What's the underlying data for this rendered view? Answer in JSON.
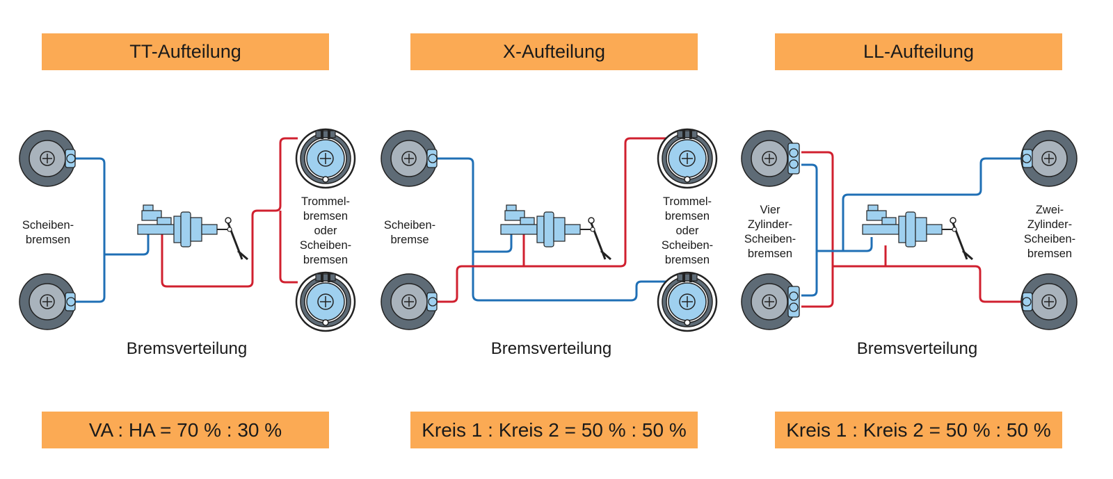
{
  "colors": {
    "header_fill": "#fbaa54",
    "circuit_blue": "#1f6fb5",
    "circuit_red": "#d0202f",
    "disc_dark": "#5e6b76",
    "disc_light": "#a9b3bc",
    "component_blue": "#9fd0ef"
  },
  "panels": [
    {
      "header": "TT-Aufteilung",
      "caption": "Bremsverteilung",
      "ratio": "VA : HA = 70 % : 30 %",
      "left_label": [
        "Scheiben-",
        "bremsen"
      ],
      "right_label": [
        "Trommel-",
        "bremsen",
        "oder",
        "Scheiben-",
        "bremsen"
      ]
    },
    {
      "header": "X-Aufteilung",
      "caption": "Bremsverteilung",
      "ratio": "Kreis 1 : Kreis 2 = 50 % : 50 %",
      "left_label": [
        "Scheiben-",
        "bremse"
      ],
      "right_label": [
        "Trommel-",
        "bremsen",
        "oder",
        "Scheiben-",
        "bremsen"
      ]
    },
    {
      "header": "LL-Aufteilung",
      "caption": "Bremsverteilung",
      "ratio": "Kreis 1 : Kreis 2 = 50 % : 50 %",
      "left_label": [
        "Vier",
        "Zylinder-",
        "Scheiben-",
        "bremsen"
      ],
      "right_label": [
        "Zwei-",
        "Zylinder-",
        "Scheiben-",
        "bremsen"
      ]
    }
  ]
}
